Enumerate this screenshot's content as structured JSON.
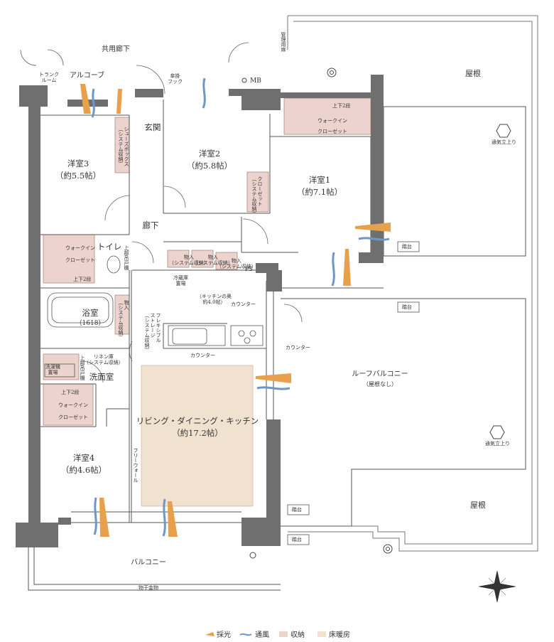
{
  "rooms": {
    "western3": {
      "name": "洋室3",
      "size": "（約5.5帖）"
    },
    "western2": {
      "name": "洋室2",
      "size": "（約5.8帖）"
    },
    "western1": {
      "name": "洋室1",
      "size": "（約7.1帖）"
    },
    "western4": {
      "name": "洋室4",
      "size": "（約4.6帖）"
    },
    "ldk": {
      "name": "リビング・ダイニング・キッチン",
      "size": "（約17.2帖）"
    },
    "bath": {
      "name": "浴室",
      "size": "（1618）"
    },
    "washroom": "洗面室",
    "toilet": "トイレ",
    "entrance": "玄関",
    "hallway": "廊下",
    "roof_balcony": {
      "name": "ルーフバルコニー",
      "note": "（屋根なし）"
    },
    "balcony": "バルコニー"
  },
  "labels": {
    "common_corridor": "共用廊下",
    "alcove": "アルコーブ",
    "trunk_room": "トランク\nルーム",
    "mb": "MB",
    "ps": "PS",
    "kanri": "管理用扉",
    "roof_top": "屋根",
    "roof_bottom": "屋根",
    "vent_top": "通気立上り",
    "vent_bottom": "通気立上り",
    "fumidai": "踏台",
    "umbrella_hook": "傘掛\nフック",
    "shoes_box": "シューズボックス\n（システム収納）",
    "closet_w2": "クローゼット\n（システム収納）",
    "walkin_top": "上下2段",
    "walkin_label": "ウォークイン",
    "closet_label": "クローゼット",
    "walkin3_label": "ウォークイン",
    "closet3_label": "クローゼット",
    "upper_lower3": "上下2段",
    "storage1": "物入\n（システム収納）",
    "storage2": "物入\n（システム収納）",
    "storage3": "物入\n（システム収納）",
    "storage_bath": "物入\n（システム収納）",
    "fridge": "冷蔵庫\n置場",
    "kitchen_pantry": "（キッチンの奥\n約4.0帖）",
    "counter1": "カウンター",
    "counter2": "カウンター",
    "counter3": "カウンター",
    "linen": "リネン庫\n（システム収納）",
    "washer": "洗濯機\n置場",
    "upper_door1": "上部吊戸棚",
    "upper_door2": "上部吊戸棚",
    "free_wall": "フリーウォール",
    "flexible_storage": "フレキシブル\nストレージ\n（システム収納）",
    "monohoshi": "物干金物"
  },
  "legend": {
    "light": "採光",
    "wind": "通風",
    "storage": "収納",
    "floor_heating": "床暖房"
  },
  "colors": {
    "wall": "#6f6f6f",
    "wall_dark": "#5a5a5a",
    "storage_fill": "#ecd3cd",
    "floor_heat_fill": "#f1e2d0",
    "light_arrow": "#e7a14d",
    "wind_arrow": "#6d97c8",
    "line": "#555555"
  }
}
